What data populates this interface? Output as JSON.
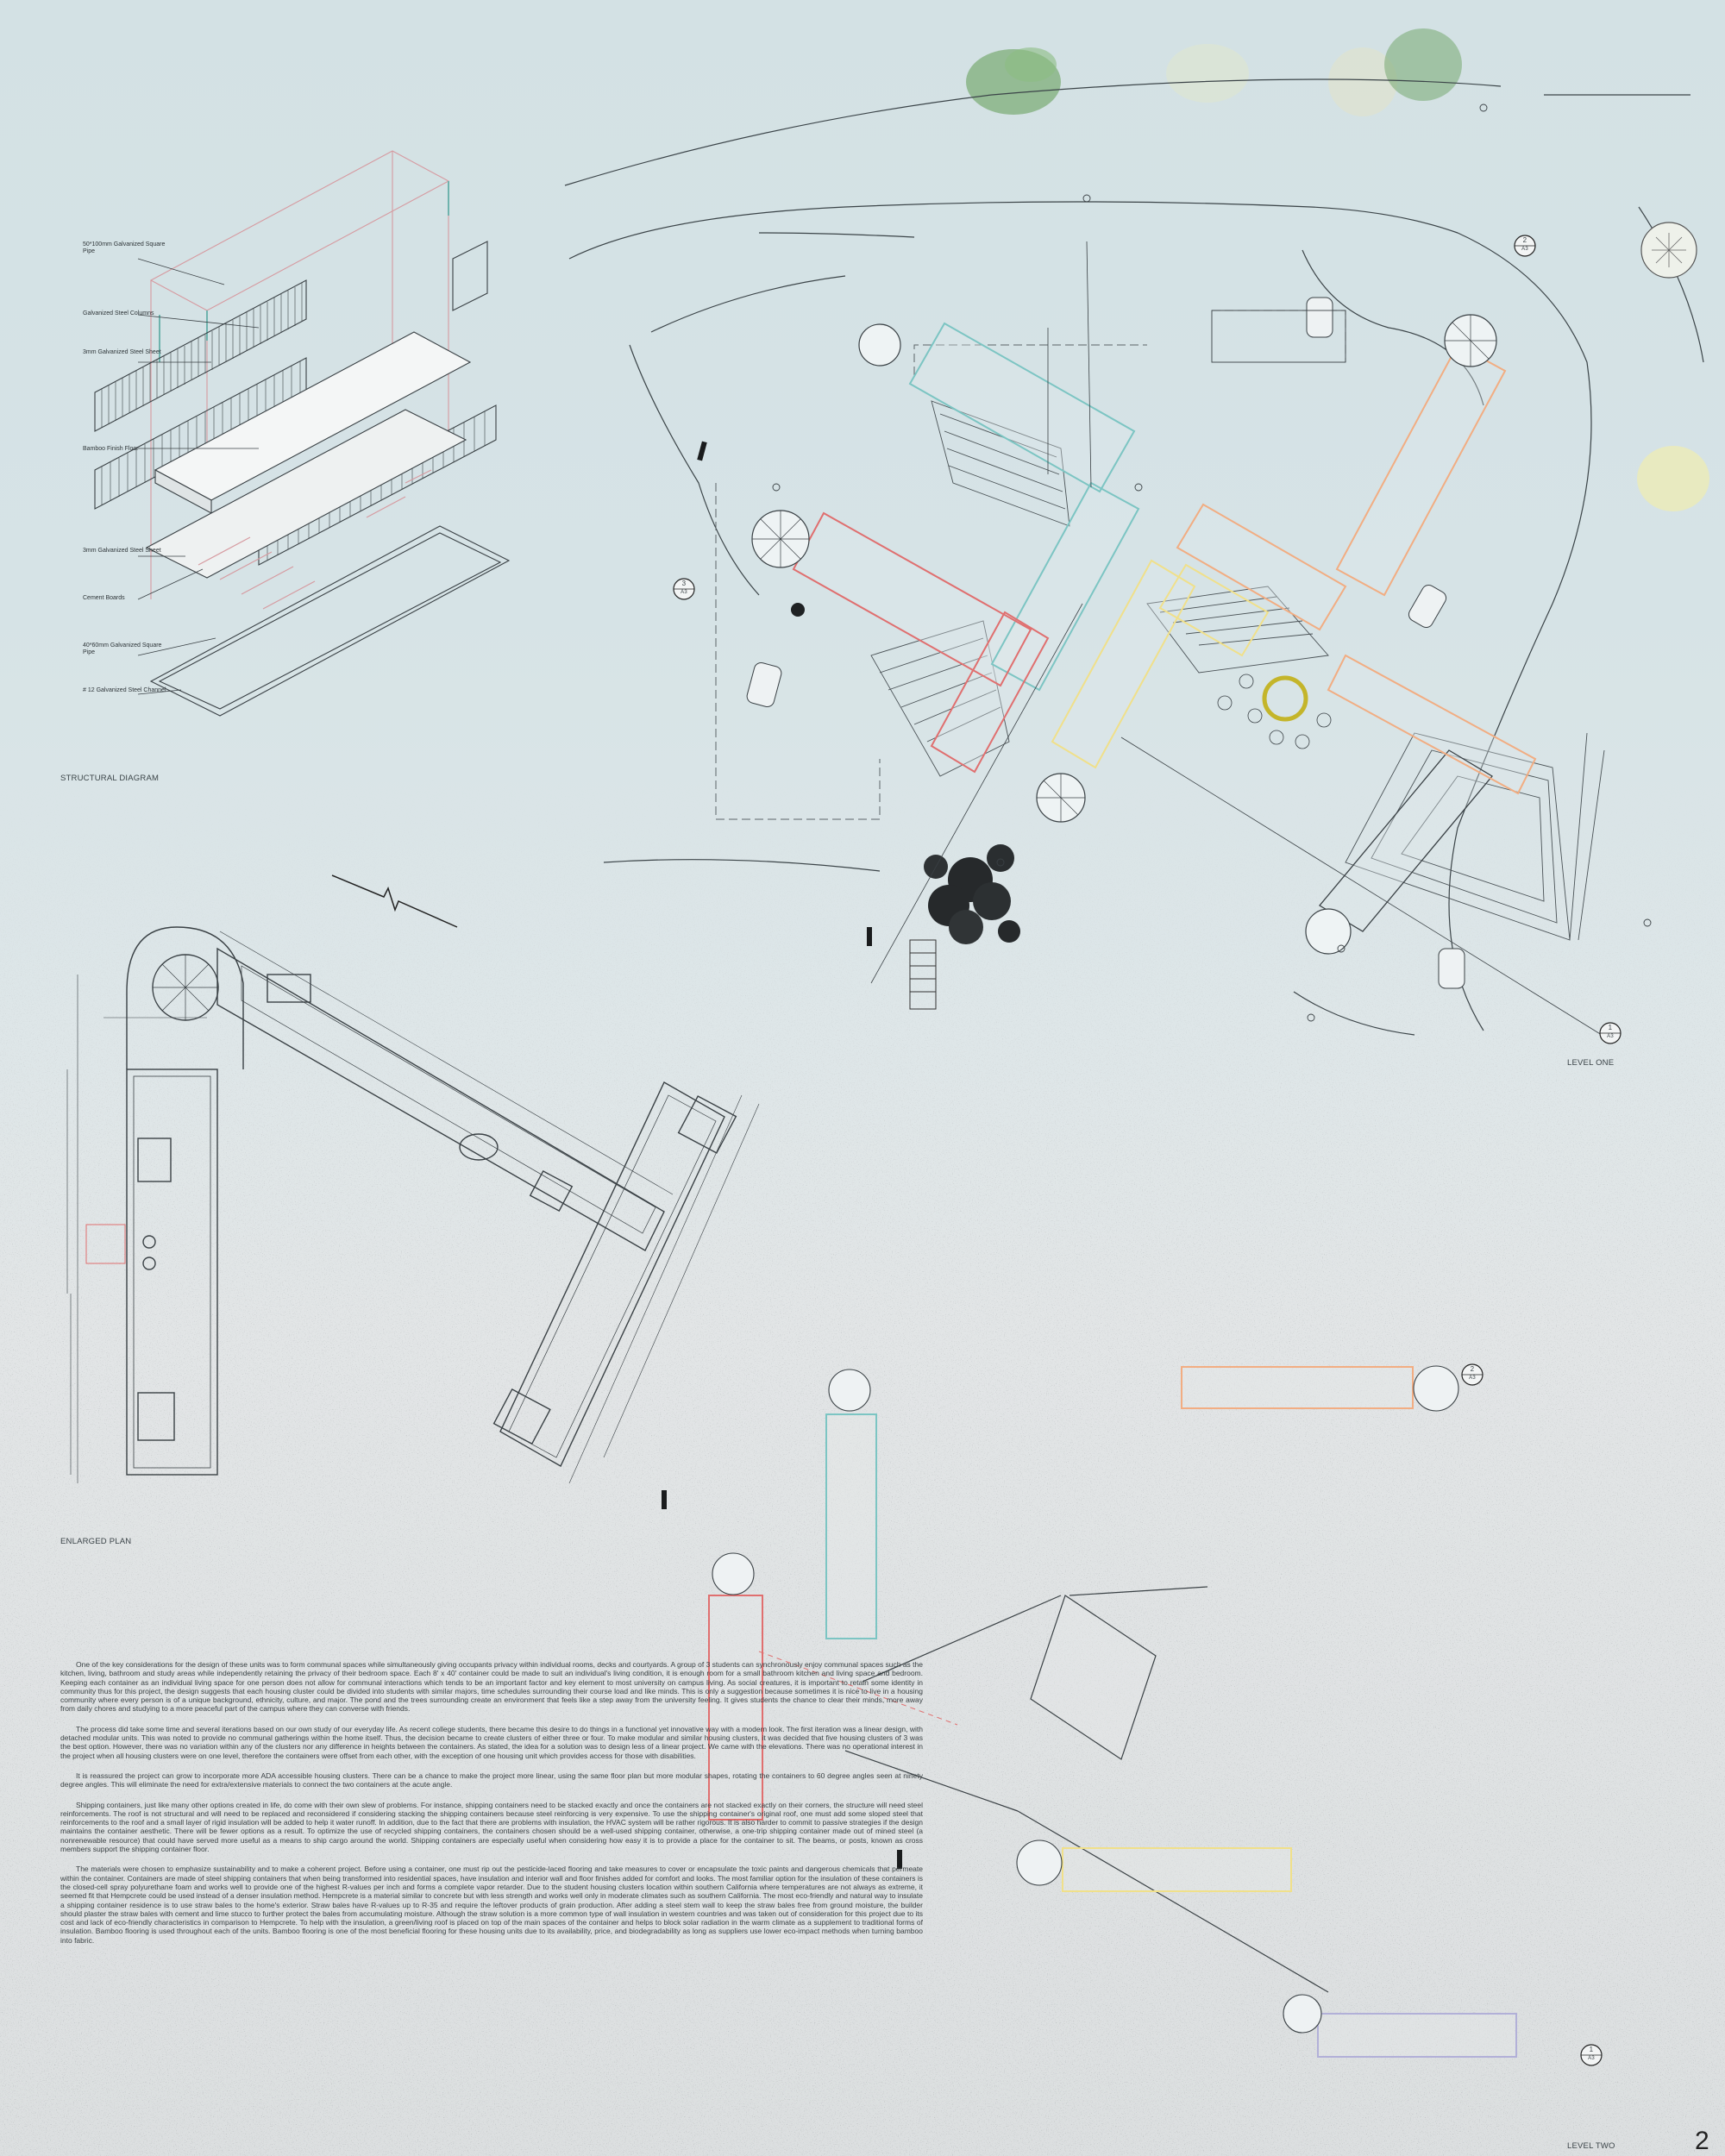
{
  "page": {
    "number": "2",
    "labels": {
      "structural": "STRUCTURAL DIAGRAM",
      "level_one": "LEVEL ONE",
      "enlarged": "ENLARGED PLAN",
      "level_two": "LEVEL TWO"
    }
  },
  "structural_notes": [
    "50*100mm Galvanized Square Pipe",
    "Galvanized Steel Columns",
    "3mm Galvanized Steel Sheet",
    "Bamboo Finish Floor",
    "3mm Galvanized Steel Sheet",
    "Cement Boards",
    "40*60mm Galvanized Square Pipe",
    "# 12 Galvanized Steel Channel"
  ],
  "section_markers": [
    {
      "num": "2",
      "sheet": "A3"
    },
    {
      "num": "3",
      "sheet": "A3"
    },
    {
      "num": "1",
      "sheet": "A3"
    },
    {
      "num": "2",
      "sheet": "A3"
    },
    {
      "num": "1",
      "sheet": "A3"
    }
  ],
  "body_text": [
    "One of the key considerations for the design of these units was to form communal spaces while simultaneously giving occupants privacy within individual rooms, decks and courtyards. A group of 3 students can synchronously enjoy communal spaces such as the kitchen, living, bathroom and study areas while independently retaining the privacy of their bedroom space. Each 8' x 40' container could be made to suit an individual's living condition, it is enough room for a small bathroom kitchen and living space and bedroom. Keeping each container as an individual living space for one person does not allow for communal interactions which tends to be an important factor and key element to most university on campus living. As social creatures, it is important to retain some identity in community thus for this project, the design suggests that each housing cluster could be divided into students with similar majors, time schedules surrounding their course load and like minds. This is only a suggestion because sometimes it is nice to live in a housing community where every person is of a unique background, ethnicity, culture, and major. The pond and the trees surrounding create an environment that feels like a step away from the university feeling. It gives students the chance to clear their minds, more away from daily chores and studying to a more peaceful part of the campus where they can converse with friends.",
    "The process did take some time and several iterations based on our own study of our everyday life. As recent college students, there became this desire to do things in a functional yet innovative way with a modern look. The first iteration was a linear design, with detached modular units. This was noted to provide no communal gatherings within the home itself. Thus, the decision became to create clusters of either three or four. To make modular and similar housing clusters, it was decided that five housing clusters of 3 was the best option. However, there was no variation within any of the clusters nor any difference in heights between the containers. As stated, the idea for a solution was to design less of a linear project. We came with the elevations. There was no operational interest in the project when all housing clusters were on one level, therefore the containers were offset from each other, with the exception of one housing unit which provides access for those with disabilities.",
    "It is reassured the project can grow to incorporate more ADA accessible housing clusters. There can be a chance to make the project more linear, using the same floor plan but more modular shapes, rotating the containers to 60 degree angles seen at ninety degree angles. This will eliminate the need for extra/extensive materials to connect the two containers at the acute angle.",
    "Shipping containers, just like many other options created in life, do come with their own slew of problems. For instance, shipping containers need to be stacked exactly and once the containers are not stacked exactly on their corners, the structure will need steel reinforcements. The roof is not structural and will need to be replaced and reconsidered if considering stacking the shipping containers because steel reinforcing is very expensive. To use the shipping container's original roof, one must add some sloped steel that reinforcements to the roof and a small layer of rigid insulation will be added to help it water runoff. In addition, due to the fact that there are problems with insulation, the HVAC system will be rather rigorous. It is also harder to commit to passive strategies if the design maintains the container aesthetic. There will be fewer options as a result. To optimize the use of recycled shipping containers, the containers chosen should be a well-used shipping container, otherwise, a one-trip shipping container made out of mined steel (a nonrenewable resource) that could have served more useful as a means to ship cargo around the world. Shipping containers are especially useful when considering how easy it is to provide a place for the container to sit. The beams, or posts, known as cross members support the shipping container floor.",
    "The materials were chosen to emphasize sustainability and to make a coherent project. Before using a container, one must rip out the pesticide-laced flooring and take measures to cover or encapsulate the toxic paints and dangerous chemicals that permeate within the container. Containers are made of steel shipping containers that when being transformed into residential spaces, have insulation and interior wall and floor finishes added for comfort and looks. The most familiar option for the insulation of these containers is the closed-cell spray polyurethane foam and works well to provide one of the highest R-values per inch and forms a complete vapor retarder. Due to the student housing clusters location within southern California where temperatures are not always as extreme, it seemed fit that Hempcrete could be used instead of a denser insulation method. Hempcrete is a material similar to concrete but with less strength and works well only in moderate climates such as southern California. The most eco-friendly and natural way to insulate a shipping container residence is to use straw bales to the home's exterior. Straw bales have R-values up to R-35 and require the leftover products of grain production. After adding a steel stem wall to keep the straw bales free from ground moisture, the builder should plaster the straw bales with cement and lime stucco to further protect the bales from accumulating moisture. Although the straw solution is a more common type of wall insulation in western countries and was taken out of consideration for this project due to its cost and lack of eco-friendly characteristics in comparison to Hempcrete. To help with the insulation, a green/living roof is placed on top of the main spaces of the container and helps to block solar radiation in the warm climate as a supplement to traditional forms of insulation. Bamboo flooring is used throughout each of the units. Bamboo flooring is one of the most beneficial flooring for these housing units due to its availability, price, and biodegradability as long as suppliers use lower eco-impact methods when turning bamboo into fabric."
  ]
}
